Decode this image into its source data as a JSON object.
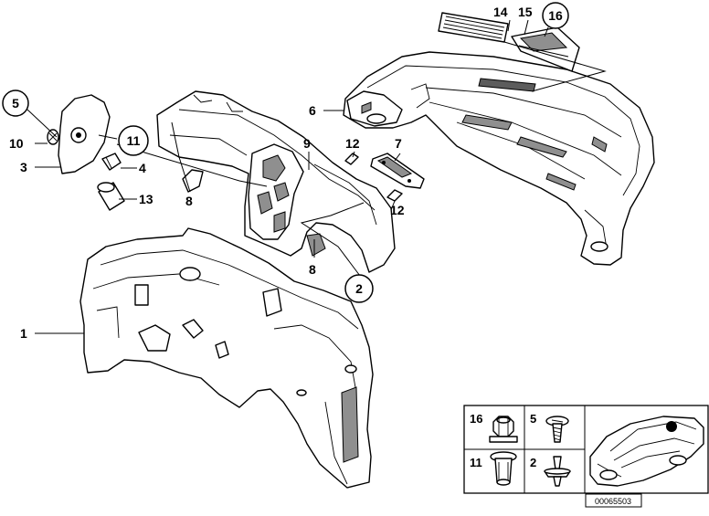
{
  "callouts": {
    "c1": "1",
    "c2": "2",
    "c3": "3",
    "c4": "4",
    "c5": "5",
    "c6": "6",
    "c7": "7",
    "c8a": "8",
    "c8b": "8",
    "c9": "9",
    "c10": "10",
    "c11": "11",
    "c12a": "12",
    "c12b": "12",
    "c13": "13",
    "c14": "14",
    "c15": "15",
    "c16": "16"
  },
  "inset": {
    "cell_16": "16",
    "cell_5": "5",
    "cell_11": "11",
    "cell_2": "2"
  },
  "reference_number": "00065503"
}
